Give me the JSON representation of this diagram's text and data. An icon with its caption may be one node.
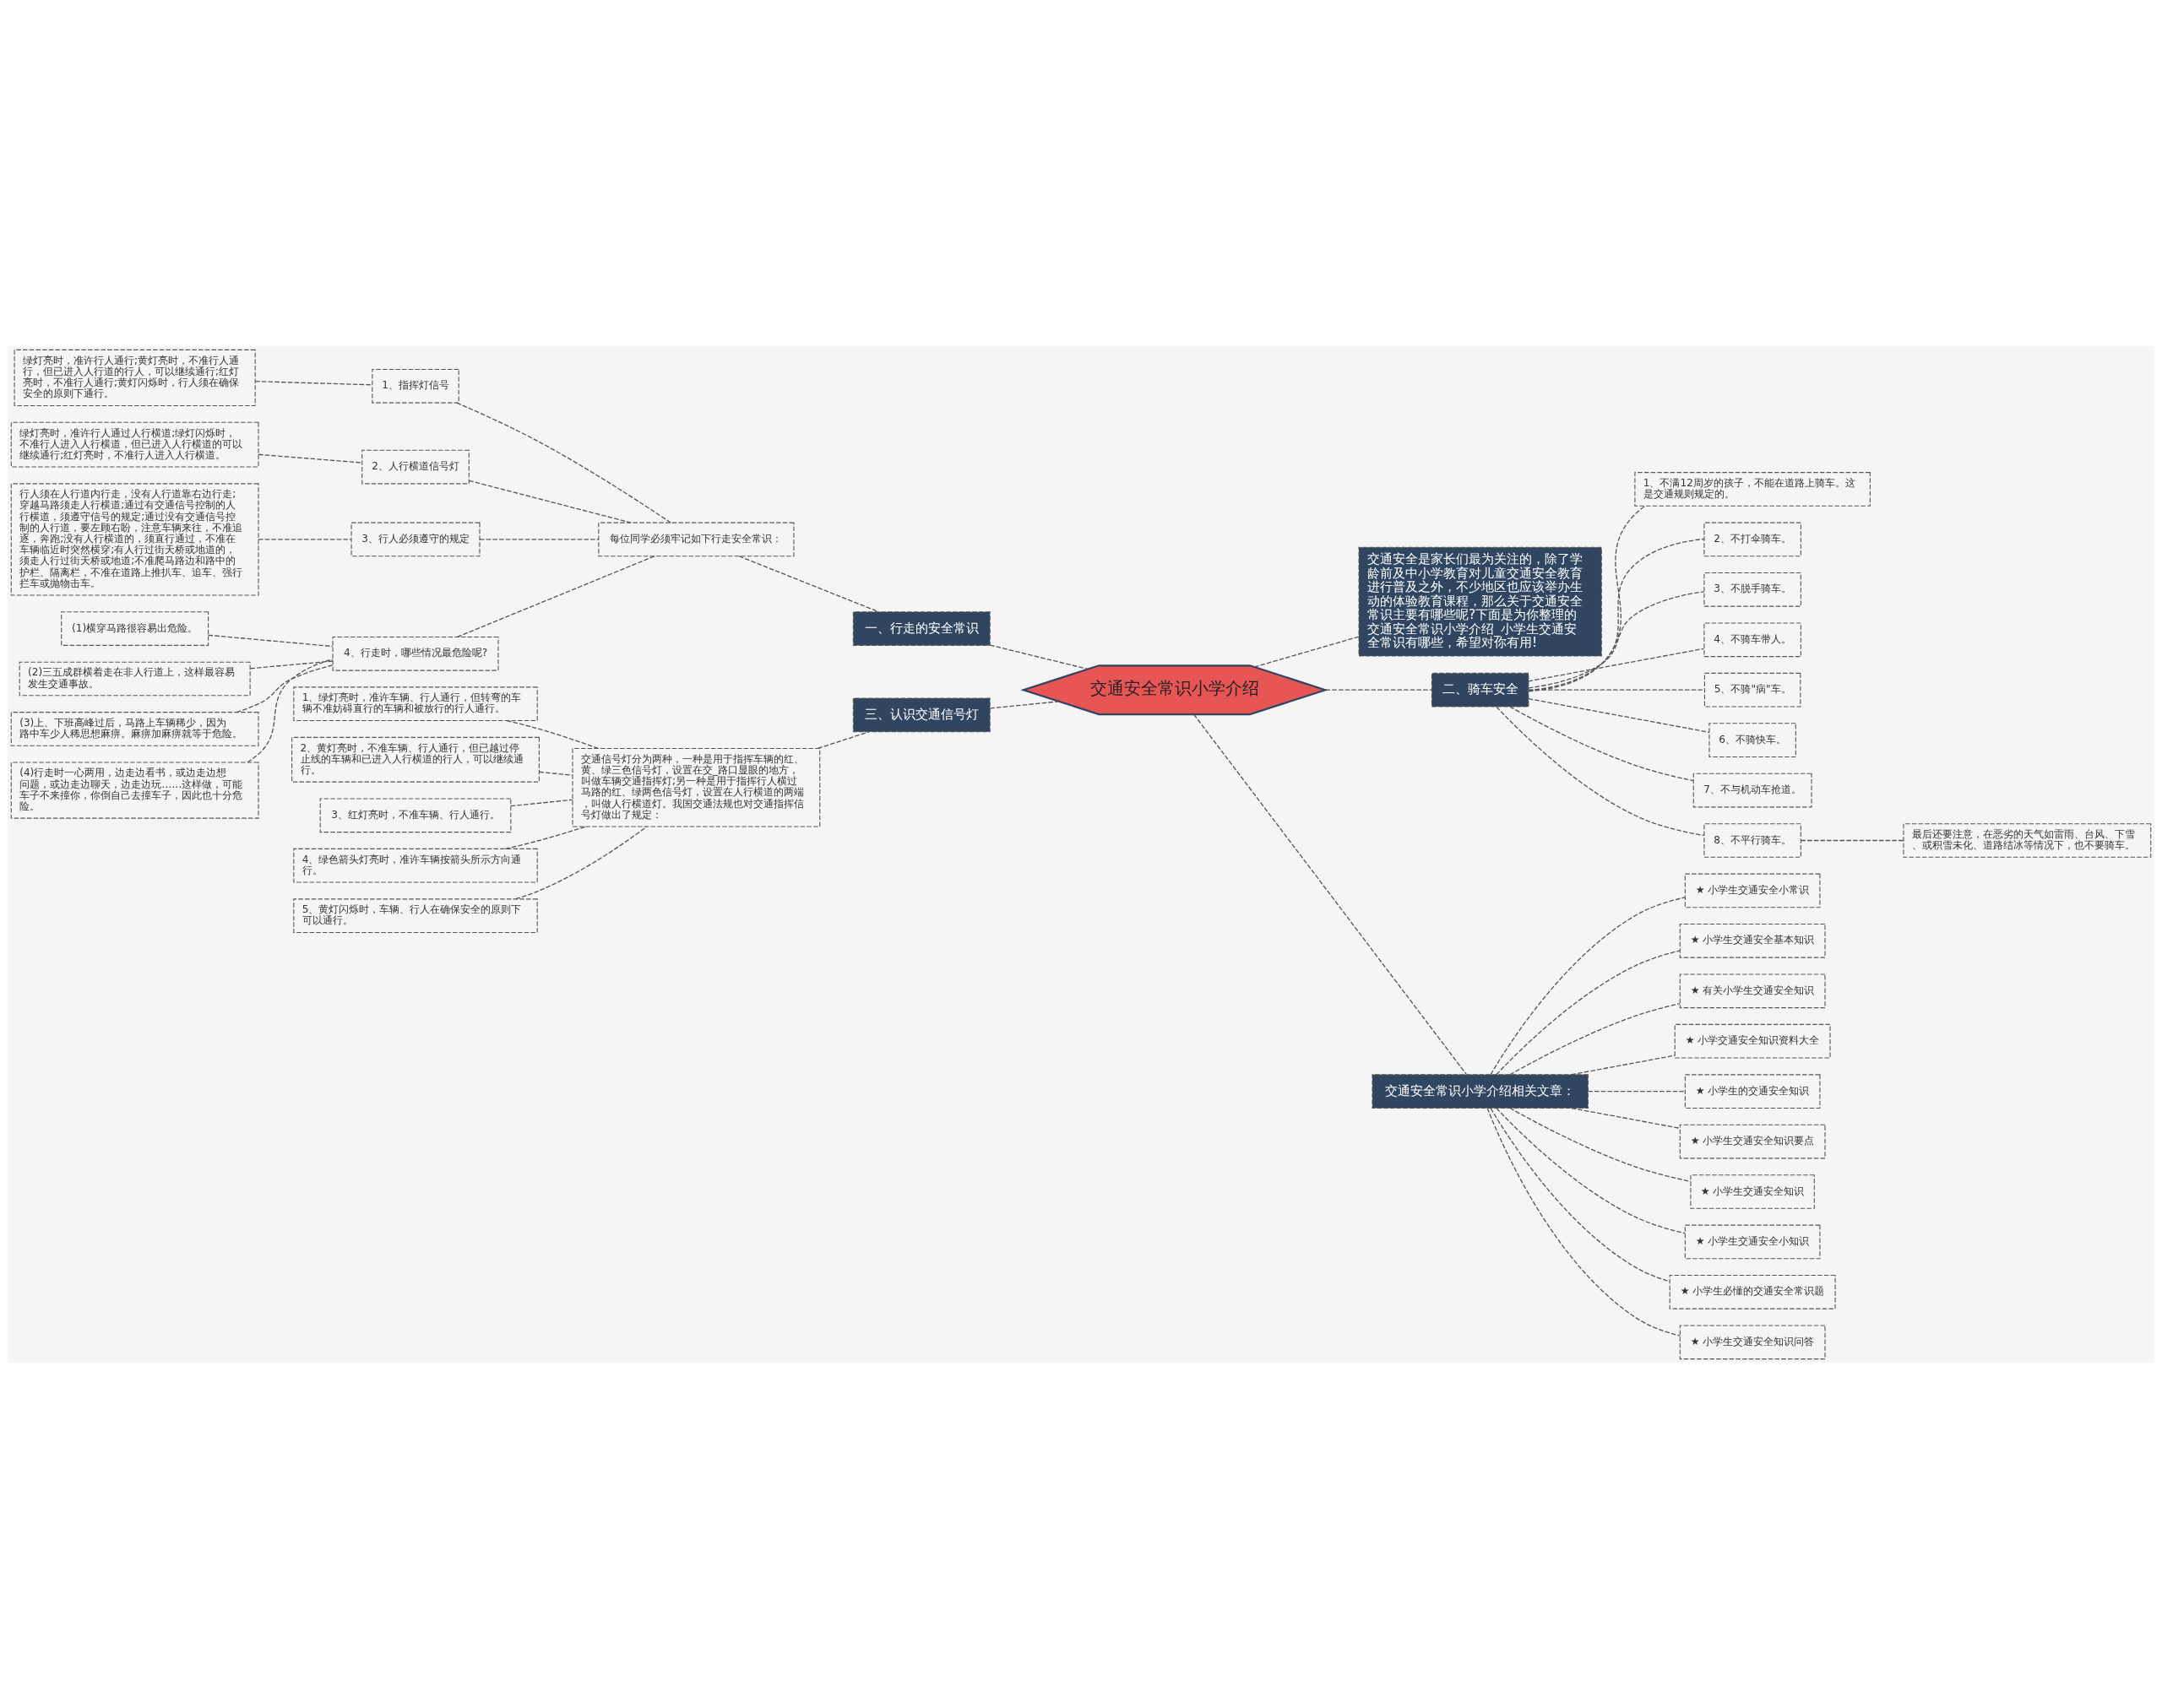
{
  "diagram": {
    "nodes": [
      {
        "text": [
          "交通安全常识小学介绍"
        ]
      },
      {
        "text": [
          "一、行走的安全常识"
        ]
      },
      {
        "text": [
          "每位同学必须牢记如下行走安全常识："
        ]
      },
      {
        "text": [
          "1、指挥灯信号"
        ]
      },
      {
        "text": [
          "绿灯亮时，准许行人通行;黄灯亮时，不准行人通行，但已进入人行道的行人，可以继续通行;红灯亮时，不准行人通行;黄灯闪烁时，行人须在确保安全的原则下通行。"
        ]
      },
      {
        "text": [
          "2、人行横道信号灯"
        ]
      },
      {
        "text": [
          "绿灯亮时，准许行人通过人行横道;绿灯闪烁时，不准行人进入人行横道，但已进入人行横道的可以继续通行;红灯亮时，不准行人进入人行横道。"
        ]
      },
      {
        "text": [
          "3、行人必须遵守的规定"
        ]
      },
      {
        "text": [
          "行人须在人行道内行走，没有人行道靠右边行走;穿越马路须走人行横道;通过有交通信号控制的人行横道，须遵守信号的规定;通过没有交通信号控制的人行道，要左顾右盼，注意车辆来往，不准追逐，奔跑;没有人行横道的，须直行通过，不准在车辆临近时突然横穿;有人行过街天桥或地道的，须走人行过街天桥或地道;不准爬马路边和路中的护栏、隔离栏，不准在道路上推扒车、追车、强行拦车或抛物击车。"
        ]
      },
      {
        "text": [
          "4、行走时，哪些情况最危险呢?"
        ]
      },
      {
        "text": [
          "(1)横穿马路很容易出危险。"
        ]
      },
      {
        "text": [
          "(2)三五成群横着走在非人行道上，这样最容易发生交通事故。"
        ]
      },
      {
        "text": [
          "(3)上、下班高峰过后，马路上车辆稀少，因为路中车少人稀思想麻痹。麻痹加麻痹就等于危险。"
        ]
      },
      {
        "text": [
          "(4)行走时一心两用，边走边看书，或边走边想问题，或边走边聊天，边走边玩……这样做，可能车子不来撞你，你倒自己去撞车子，因此也十分危险。"
        ]
      },
      {
        "text": [
          "三、认识交通信号灯"
        ]
      },
      {
        "text": [
          "交通信号灯分为两种，一种是用于指挥车辆的红、黄、绿三色信号灯，设置在交_路口显眼的地方，叫做车辆交通指挥灯;另一种是用于指挥行人横过马路的红、绿两色信号灯，设置在人行横道的两端，叫做人行横道灯。我国交通法规也对交通指挥信号灯做出了规定："
        ]
      },
      {
        "text": [
          "1、绿灯亮时，准许车辆、行人通行，但转弯的车辆不准妨碍直行的车辆和被放行的行人通行。"
        ]
      },
      {
        "text": [
          "2、黄灯亮时，不准车辆、行人通行，但已越过停止线的车辆和已进入人行横道的行人，可以继续通行。"
        ]
      },
      {
        "text": [
          "3、红灯亮时，不准车辆、行人通行。"
        ]
      },
      {
        "text": [
          "4、绿色箭头灯亮时，准许车辆按箭头所示方向通行。"
        ]
      },
      {
        "text": [
          "5、黄灯闪烁时，车辆、行人在确保安全的原则下可以通行。"
        ]
      },
      {
        "text": [
          "交通安全是家长们最为关注的，除了学龄前及中小学教育对儿童交通安全教育进行普及之外，不少地区也应该举办生动的体验教育课程，那么关于交通安全常识主要有哪些呢?下面是为你整理的交通安全常识小学介绍_小学生交通安全常识有哪些，希望对你有用!"
        ]
      },
      {
        "text": [
          "二、骑车安全"
        ]
      },
      {
        "text": [
          "1、不满12周岁的孩子，不能在道路上骑车。这是交通规则规定的。"
        ]
      },
      {
        "text": [
          "2、不打伞骑车。"
        ]
      },
      {
        "text": [
          "3、不脱手骑车。"
        ]
      },
      {
        "text": [
          "4、不骑车带人。"
        ]
      },
      {
        "text": [
          "5、不骑\"病\"车。"
        ]
      },
      {
        "text": [
          "6、不骑快车。"
        ]
      },
      {
        "text": [
          "7、不与机动车抢道。"
        ]
      },
      {
        "text": [
          "8、不平行骑车。"
        ]
      },
      {
        "text": [
          "最后还要注意，在恶劣的天气如雷雨、台风、下雪、或积雪未化、道路结冰等情况下，也不要骑车。"
        ]
      },
      {
        "text": [
          "交通安全常识小学介绍相关文章："
        ]
      },
      {
        "text": [
          "★ 小学生交通安全小常识"
        ]
      },
      {
        "text": [
          "★ 小学生交通安全基本知识"
        ]
      },
      {
        "text": [
          "★ 有关小学生交通安全知识"
        ]
      },
      {
        "text": [
          "★ 小学交通安全知识资料大全"
        ]
      },
      {
        "text": [
          "★ 小学生的交通安全知识"
        ]
      },
      {
        "text": [
          "★ 小学生交通安全知识要点"
        ]
      },
      {
        "text": [
          "★ 小学生交通安全知识"
        ]
      },
      {
        "text": [
          "★ 小学生交通安全小知识"
        ]
      },
      {
        "text": [
          "★ 小学生必懂的交通安全常识题"
        ]
      },
      {
        "text": [
          "★ 小学生交通安全知识问答"
        ]
      }
    ],
    "edges": [
      {
        "from": 0,
        "to": 1,
        "arrow": "none",
        "style": "dashed"
      },
      {
        "from": 1,
        "to": 2,
        "arrow": "none",
        "style": "dashed"
      },
      {
        "from": 2,
        "to": 3,
        "arrow": "none",
        "style": "dashed"
      },
      {
        "from": 3,
        "to": 4,
        "arrow": "none",
        "style": "dashed"
      },
      {
        "from": 2,
        "to": 5,
        "arrow": "none",
        "style": "dashed"
      },
      {
        "from": 5,
        "to": 6,
        "arrow": "none",
        "style": "dashed"
      },
      {
        "from": 2,
        "to": 7,
        "arrow": "none",
        "style": "dashed"
      },
      {
        "from": 7,
        "to": 8,
        "arrow": "none",
        "style": "dashed"
      },
      {
        "from": 2,
        "to": 9,
        "arrow": "none",
        "style": "dashed"
      },
      {
        "from": 9,
        "to": 10,
        "arrow": "none",
        "style": "dashed"
      },
      {
        "from": 9,
        "to": 11,
        "arrow": "none",
        "style": "dashed"
      },
      {
        "from": 9,
        "to": 12,
        "arrow": "none",
        "style": "dashed"
      },
      {
        "from": 9,
        "to": 13,
        "arrow": "none",
        "style": "dashed"
      },
      {
        "from": 0,
        "to": 14,
        "arrow": "none",
        "style": "dashed"
      },
      {
        "from": 14,
        "to": 15,
        "arrow": "none",
        "style": "dashed"
      },
      {
        "from": 15,
        "to": 16,
        "arrow": "none",
        "style": "dashed"
      },
      {
        "from": 15,
        "to": 17,
        "arrow": "none",
        "style": "dashed"
      },
      {
        "from": 15,
        "to": 18,
        "arrow": "none",
        "style": "dashed"
      },
      {
        "from": 15,
        "to": 19,
        "arrow": "none",
        "style": "dashed"
      },
      {
        "from": 15,
        "to": 20,
        "arrow": "none",
        "style": "dashed"
      },
      {
        "from": 0,
        "to": 21,
        "arrow": "none",
        "style": "dashed"
      },
      {
        "from": 0,
        "to": 22,
        "arrow": "none",
        "style": "dashed"
      },
      {
        "from": 22,
        "to": 23,
        "arrow": "none",
        "style": "dashed"
      },
      {
        "from": 22,
        "to": 24,
        "arrow": "none",
        "style": "dashed"
      },
      {
        "from": 22,
        "to": 25,
        "arrow": "none",
        "style": "dashed"
      },
      {
        "from": 22,
        "to": 26,
        "arrow": "none",
        "style": "dashed"
      },
      {
        "from": 22,
        "to": 27,
        "arrow": "none",
        "style": "dashed"
      },
      {
        "from": 22,
        "to": 28,
        "arrow": "none",
        "style": "dashed"
      },
      {
        "from": 22,
        "to": 29,
        "arrow": "none",
        "style": "dashed"
      },
      {
        "from": 22,
        "to": 30,
        "arrow": "none",
        "style": "dashed"
      },
      {
        "from": 30,
        "to": 31,
        "arrow": "none",
        "style": "dashed"
      },
      {
        "from": 0,
        "to": 32,
        "arrow": "none",
        "style": "dashed"
      },
      {
        "from": 32,
        "to": 33,
        "arrow": "none",
        "style": "dashed"
      },
      {
        "from": 32,
        "to": 34,
        "arrow": "none",
        "style": "dashed"
      },
      {
        "from": 32,
        "to": 35,
        "arrow": "none",
        "style": "dashed"
      },
      {
        "from": 32,
        "to": 36,
        "arrow": "none",
        "style": "dashed"
      },
      {
        "from": 32,
        "to": 37,
        "arrow": "none",
        "style": "dashed"
      },
      {
        "from": 32,
        "to": 38,
        "arrow": "none",
        "style": "dashed"
      },
      {
        "from": 32,
        "to": 39,
        "arrow": "none",
        "style": "dashed"
      },
      {
        "from": 32,
        "to": 40,
        "arrow": "none",
        "style": "dashed"
      },
      {
        "from": 32,
        "to": 41,
        "arrow": "none",
        "style": "dashed"
      },
      {
        "from": 32,
        "to": 42,
        "arrow": "none",
        "style": "dashed"
      }
    ]
  }
}
